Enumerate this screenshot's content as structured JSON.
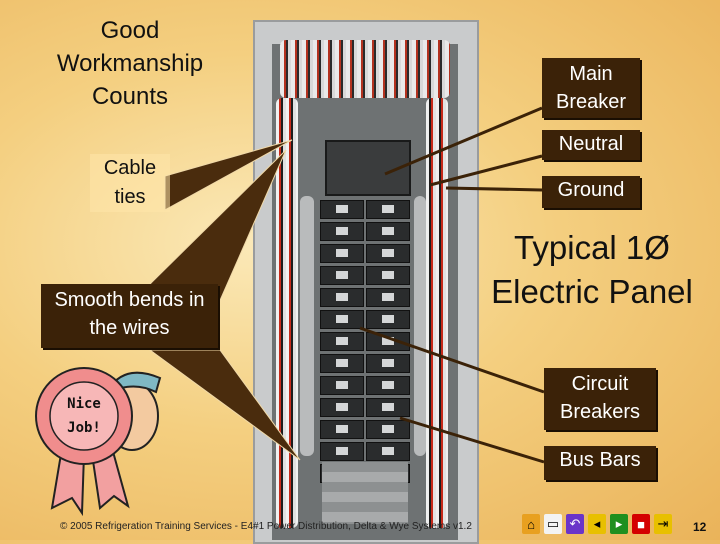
{
  "slide": {
    "title_good": "Good Workmanship Counts",
    "title_panel": "Typical 1Ø Electric Panel",
    "labels": {
      "main_breaker": "Main Breaker",
      "neutral": "Neutral",
      "ground": "Ground",
      "cable_ties": "Cable ties",
      "smooth_bends": "Smooth bends in the wires",
      "circuit_breakers": "Circuit Breakers",
      "bus_bars": "Bus Bars"
    },
    "badge": {
      "text_top": "Nice",
      "text_bottom": "Job!"
    },
    "footer": "© 2005 Refrigeration Training Services - E4#1 Power Distribution, Delta & Wye Systems v1.2",
    "page_number": "12"
  },
  "nav": {
    "buttons": [
      {
        "icon": "home-icon",
        "color": "#e8a020"
      },
      {
        "icon": "page-icon",
        "color": "#f3f3f3"
      },
      {
        "icon": "return-icon",
        "color": "#6a34c9"
      },
      {
        "icon": "prev-icon",
        "color": "#e8c000"
      },
      {
        "icon": "next-icon",
        "color": "#1f8f1f"
      },
      {
        "icon": "stop-icon",
        "color": "#d40000"
      },
      {
        "icon": "end-icon",
        "color": "#e8c000"
      }
    ]
  }
}
